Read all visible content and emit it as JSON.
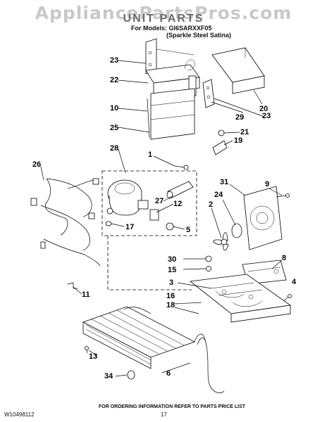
{
  "watermark": "AppliancePartsPros.com",
  "header": {
    "title": "UNIT PARTS",
    "models_label": "For Models:",
    "model": "GI6SARXXF05",
    "variant": "(Sparkle Steel Satina)"
  },
  "callouts": [
    "23",
    "22",
    "10",
    "25",
    "28",
    "1",
    "26",
    "27",
    "12",
    "17",
    "5",
    "2",
    "24",
    "31",
    "9",
    "20",
    "29",
    "23",
    "21",
    "19",
    "30",
    "15",
    "3",
    "8",
    "4",
    "16",
    "18",
    "11",
    "13",
    "6",
    "34"
  ],
  "footer": {
    "doc_number": "W10498112",
    "page": "17",
    "note": "FOR ORDERING INFORMATION REFER TO PARTS PRICE LIST"
  }
}
